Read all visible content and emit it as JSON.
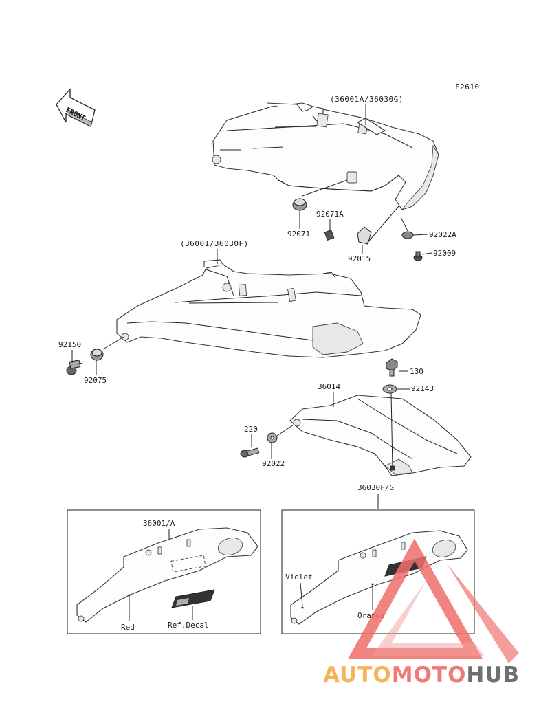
{
  "figure_code": "F2610",
  "front_label": "FRONT",
  "parts": {
    "upper_cover": "(36001A/36030G)",
    "main_cover": "(36001/36030F)",
    "p92071": "92071",
    "p92071A": "92071A",
    "p92022A": "92022A",
    "p92015": "92015",
    "p92009": "92009",
    "p92150": "92150",
    "p92075": "92075",
    "p130": "130",
    "p92143": "92143",
    "p36014": "36014",
    "p220": "220",
    "p92022": "92022",
    "p36030FG": "36030F/G"
  },
  "detail_left": {
    "title": "36001/A",
    "color_label": "Red",
    "decal_label": "Ref.Decal"
  },
  "detail_right": {
    "violet_label": "Violet",
    "orange_label": "Orange"
  },
  "watermark": {
    "part1": "AUTO",
    "part2": "MOTO",
    "part3": "HUB",
    "color_auto": "#f5b35a",
    "color_moto": "#f07a78",
    "color_hub": "#6f6f6f"
  }
}
